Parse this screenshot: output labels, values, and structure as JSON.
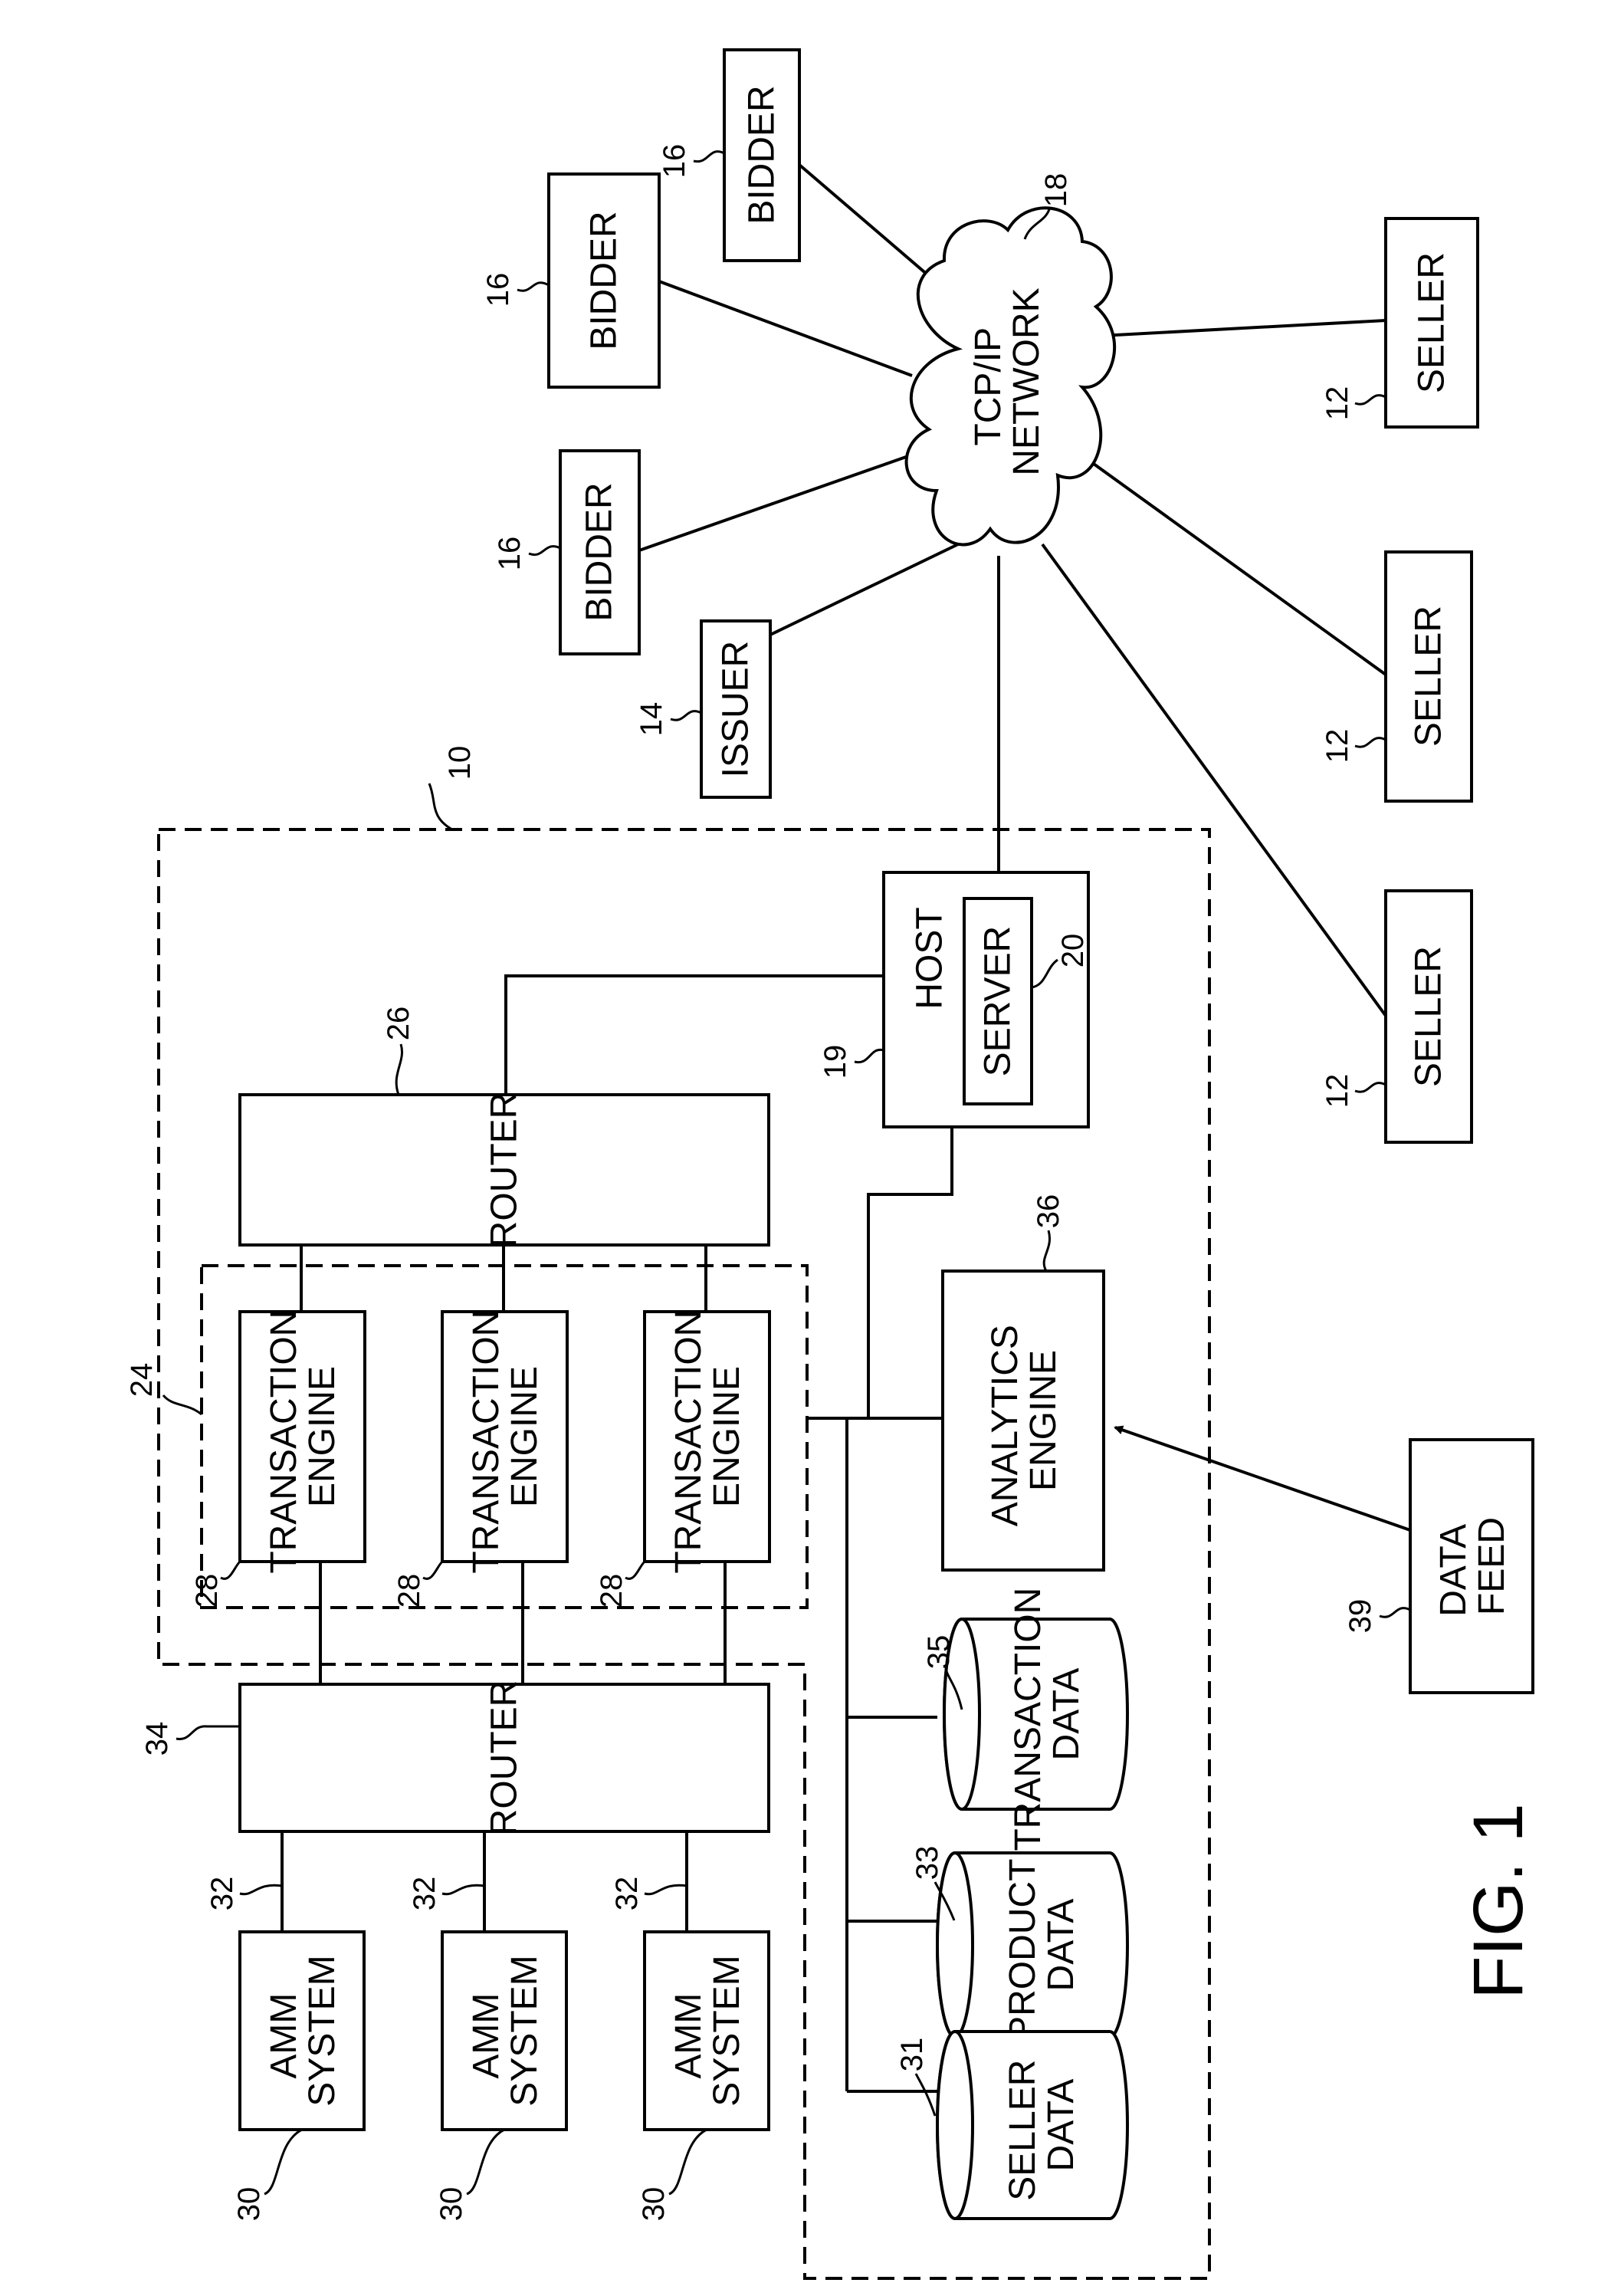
{
  "figure_label": "FIG. 1",
  "blocks": {
    "amm_1": [
      "AMM",
      "SYSTEM"
    ],
    "amm_2": [
      "AMM",
      "SYSTEM"
    ],
    "amm_3": [
      "AMM",
      "SYSTEM"
    ],
    "router_34": [
      "ROUTER"
    ],
    "te_1": [
      "TRANSACTION",
      "ENGINE"
    ],
    "te_2": [
      "TRANSACTION",
      "ENGINE"
    ],
    "te_3": [
      "TRANSACTION",
      "ENGINE"
    ],
    "router_26": [
      "ROUTER"
    ],
    "host": [
      "HOST"
    ],
    "server": [
      "SERVER"
    ],
    "analytics": [
      "ANALYTICS",
      "ENGINE"
    ],
    "data_feed": [
      "DATA",
      "FEED"
    ],
    "issuer": [
      "ISSUER"
    ],
    "bidder_1": [
      "BIDDER"
    ],
    "bidder_2": [
      "BIDDER"
    ],
    "bidder_3": [
      "BIDDER"
    ],
    "seller_1": [
      "SELLER"
    ],
    "seller_2": [
      "SELLER"
    ],
    "seller_3": [
      "SELLER"
    ],
    "network": [
      "TCP/IP",
      "NETWORK"
    ]
  },
  "databases": {
    "seller_data": [
      "SELLER",
      "DATA"
    ],
    "product_data": [
      "PRODUCT",
      "DATA"
    ],
    "transaction_data": [
      "TRANSACTION",
      "DATA"
    ]
  },
  "refs": {
    "system": "10",
    "seller": "12",
    "issuer": "14",
    "bidder": "16",
    "network": "18",
    "host": "19",
    "server": "20",
    "engine_group": "24",
    "router_top": "26",
    "transaction_engine": "28",
    "amm_system": "30",
    "seller_data": "31",
    "amm_link": "32",
    "product_data": "33",
    "router_bottom": "34",
    "transaction_data": "35",
    "analytics": "36",
    "data_feed": "39"
  }
}
